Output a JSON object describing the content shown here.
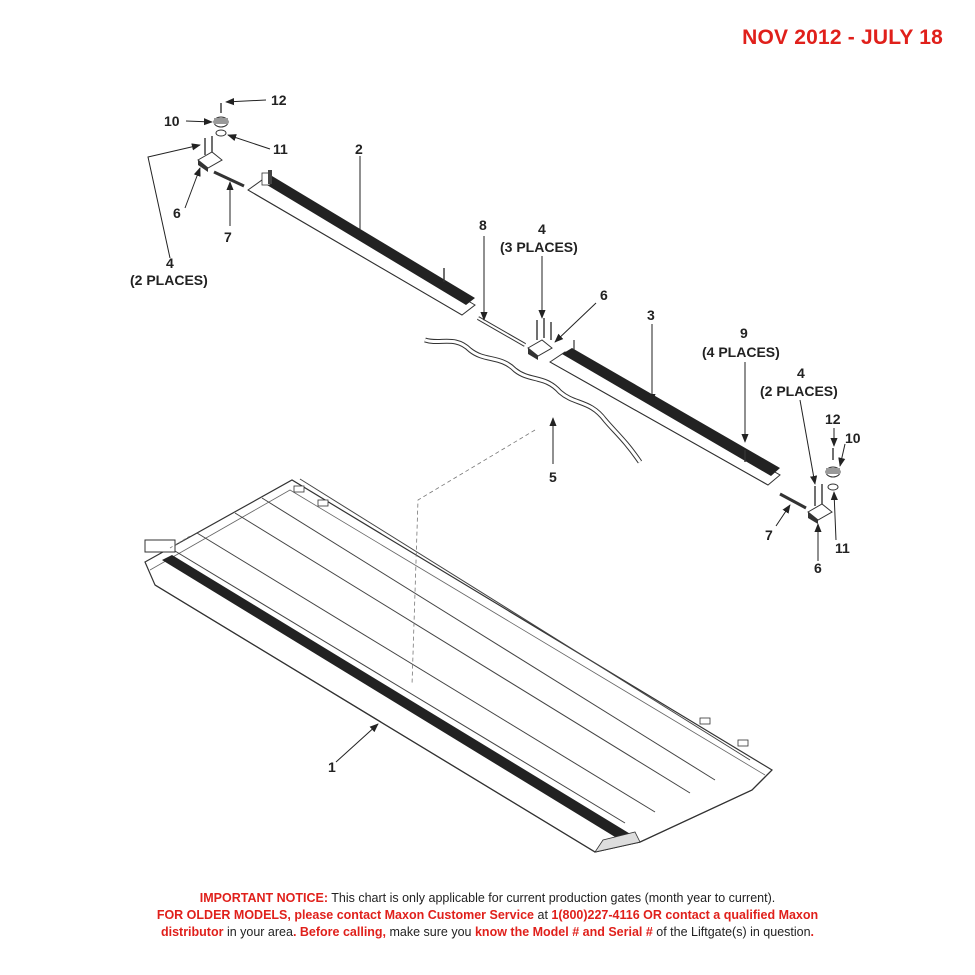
{
  "header": {
    "date_range": "NOV 2012 - JULY 18"
  },
  "diagram": {
    "callouts": {
      "c12a": "12",
      "c10a": "10",
      "c11a": "11",
      "c6a": "6",
      "c7a": "7",
      "c4a": "4",
      "c4a_places": "(2 PLACES)",
      "c2": "2",
      "c8": "8",
      "c4b": "4",
      "c4b_places": "(3 PLACES)",
      "c6b": "6",
      "c3": "3",
      "c9": "9",
      "c9_places": "(4 PLACES)",
      "c4c": "4",
      "c4c_places": "(2 PLACES)",
      "c12b": "12",
      "c10b": "10",
      "c5": "5",
      "c7b": "7",
      "c11b": "11",
      "c6c": "6",
      "c1": "1"
    }
  },
  "notice": {
    "line1_label": "IMPORTANT NOTICE:",
    "line1_text": " This chart is only applicable for current production gates (month year to current).",
    "line2_red": "FOR OLDER MODELS, please contact Maxon Customer Service",
    "line2_mid": " at ",
    "line2_red2": "1(800)227-4116 OR contact a qualified Maxon",
    "line3_red": "distributor",
    "line3_a": " in your area",
    "line3_red2": ". Before calling,",
    "line3_b": " make sure you ",
    "line3_red3": "know the Model # and Serial #",
    "line3_c": " of the Liftgate(s) in question",
    "line3_red4": "."
  }
}
